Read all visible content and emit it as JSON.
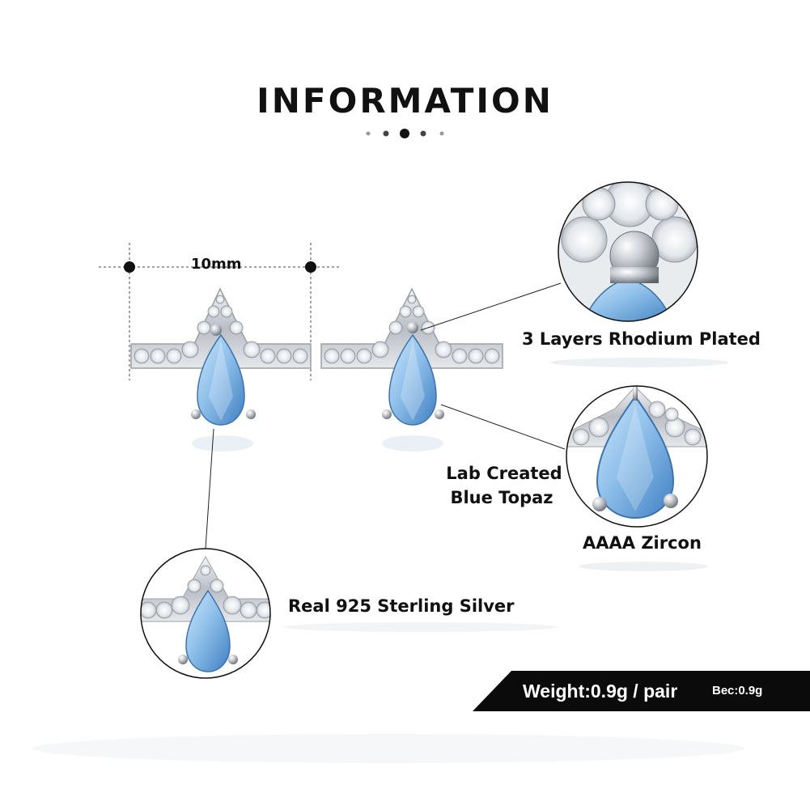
{
  "title": "INFORMATION",
  "dimension": {
    "label": "10mm"
  },
  "callouts": {
    "rhodium": "3 Layers Rhodium Plated",
    "topaz_line1": "Lab Created",
    "topaz_line2": "Blue Topaz",
    "zircon": "AAAA  Zircon",
    "silver": "Real 925  Sterling  Silver"
  },
  "weight": {
    "main": "Weight:0.9g / pair",
    "sub": "Вес:0.9g"
  },
  "colors": {
    "topaz": "#8fc0ea",
    "topaz_dark": "#4f8fcf",
    "metal": "#cfd3d8",
    "zircon": "#f2f4f6",
    "bar": "#0b0b0b"
  },
  "icons": [
    "earring-photo",
    "zoom-circle",
    "carousel-dots"
  ]
}
